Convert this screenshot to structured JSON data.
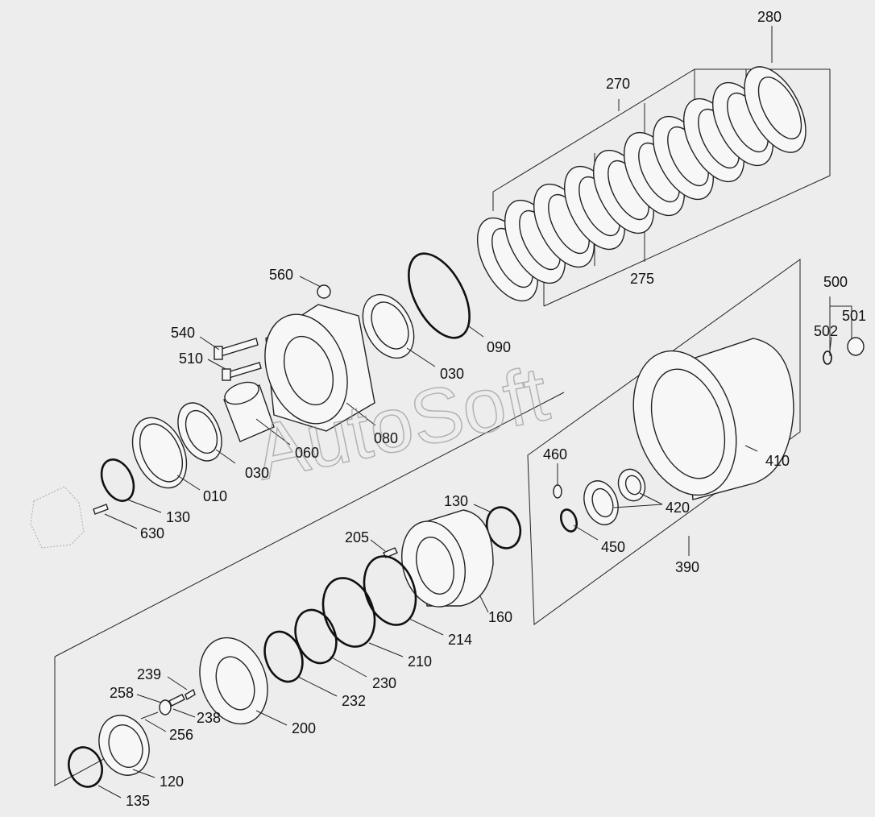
{
  "watermark": "AutoSoft",
  "labels": [
    {
      "id": "280",
      "text": "280"
    },
    {
      "id": "270",
      "text": "270"
    },
    {
      "id": "275",
      "text": "275"
    },
    {
      "id": "560",
      "text": "560"
    },
    {
      "id": "540",
      "text": "540"
    },
    {
      "id": "510",
      "text": "510"
    },
    {
      "id": "090",
      "text": "090"
    },
    {
      "id": "030a",
      "text": "030"
    },
    {
      "id": "030b",
      "text": "030"
    },
    {
      "id": "080",
      "text": "080"
    },
    {
      "id": "060",
      "text": "060"
    },
    {
      "id": "010",
      "text": "010"
    },
    {
      "id": "130a",
      "text": "130"
    },
    {
      "id": "130b",
      "text": "130"
    },
    {
      "id": "630",
      "text": "630"
    },
    {
      "id": "500",
      "text": "500"
    },
    {
      "id": "501",
      "text": "501"
    },
    {
      "id": "502",
      "text": "502"
    },
    {
      "id": "460",
      "text": "460"
    },
    {
      "id": "410",
      "text": "410"
    },
    {
      "id": "420",
      "text": "420"
    },
    {
      "id": "450",
      "text": "450"
    },
    {
      "id": "390",
      "text": "390"
    },
    {
      "id": "205",
      "text": "205"
    },
    {
      "id": "160",
      "text": "160"
    },
    {
      "id": "214",
      "text": "214"
    },
    {
      "id": "210",
      "text": "210"
    },
    {
      "id": "230",
      "text": "230"
    },
    {
      "id": "232",
      "text": "232"
    },
    {
      "id": "200",
      "text": "200"
    },
    {
      "id": "239",
      "text": "239"
    },
    {
      "id": "258",
      "text": "258"
    },
    {
      "id": "238",
      "text": "238"
    },
    {
      "id": "256",
      "text": "256"
    },
    {
      "id": "120",
      "text": "120"
    },
    {
      "id": "135",
      "text": "135"
    }
  ]
}
